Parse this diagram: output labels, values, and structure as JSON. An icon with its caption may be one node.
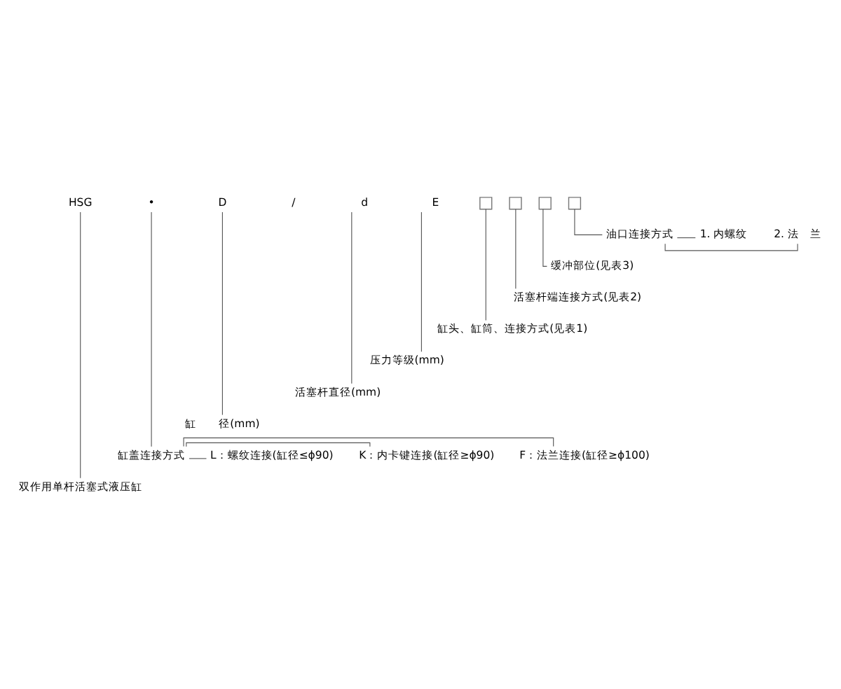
{
  "diagram": {
    "nodes": [
      {
        "text": [
          "HSG"
        ]
      },
      {
        "text": [
          "•"
        ]
      },
      {
        "text": [
          "D"
        ]
      },
      {
        "text": [
          "d"
        ]
      },
      {
        "text": [
          "E"
        ]
      },
      {
        "text": [],
        "shape": "box"
      },
      {
        "text": [],
        "shape": "box"
      },
      {
        "text": [],
        "shape": "box"
      },
      {
        "text": [],
        "shape": "box"
      },
      {
        "text": [
          "油口连接方式"
        ]
      },
      {
        "text": [
          "1. 内螺纹"
        ]
      },
      {
        "text": [
          "2. 法　兰"
        ]
      },
      {
        "text": [
          "缓冲部位(见表3)"
        ]
      },
      {
        "text": [
          "活塞杆端连接方式(见表2)"
        ]
      },
      {
        "text": [
          "缸头、缸筒、连接方式(见表1)"
        ]
      },
      {
        "text": [
          "压力等级(mm)"
        ]
      },
      {
        "text": [
          "活塞杆直径(mm)"
        ]
      },
      {
        "text": [
          "缸　　径(mm)"
        ]
      },
      {
        "text": [
          "缸盖连接方式"
        ]
      },
      {
        "text": [
          "双作用单杆活塞式液压缸"
        ]
      },
      {
        "text": [
          "L：螺纹连接(缸径≤ϕ90)"
        ]
      },
      {
        "text": [
          "K：内卡键连接(缸径≥ϕ90)"
        ]
      },
      {
        "text": [
          "F：法兰连接(缸径≥ϕ100)"
        ]
      }
    ],
    "edges": [
      {
        "from": 8,
        "to": 9,
        "arrow": "none"
      },
      {
        "from": 9,
        "to": 10,
        "arrow": "none"
      },
      {
        "from": 9,
        "to": 11,
        "arrow": "none"
      },
      {
        "from": 7,
        "to": 12,
        "arrow": "none"
      },
      {
        "from": 6,
        "to": 13,
        "arrow": "none"
      },
      {
        "from": 5,
        "to": 14,
        "arrow": "none"
      },
      {
        "from": 4,
        "to": 15,
        "arrow": "none"
      },
      {
        "from": 3,
        "to": 16,
        "arrow": "none"
      },
      {
        "from": 2,
        "to": 17,
        "arrow": "none"
      },
      {
        "from": 1,
        "to": 18,
        "arrow": "none"
      },
      {
        "from": 18,
        "to": 20,
        "arrow": "none"
      },
      {
        "from": 18,
        "to": 21,
        "arrow": "none"
      },
      {
        "from": 18,
        "to": 22,
        "arrow": "none"
      },
      {
        "from": 0,
        "to": 19,
        "arrow": "none"
      }
    ],
    "labels": [
      "/"
    ]
  }
}
